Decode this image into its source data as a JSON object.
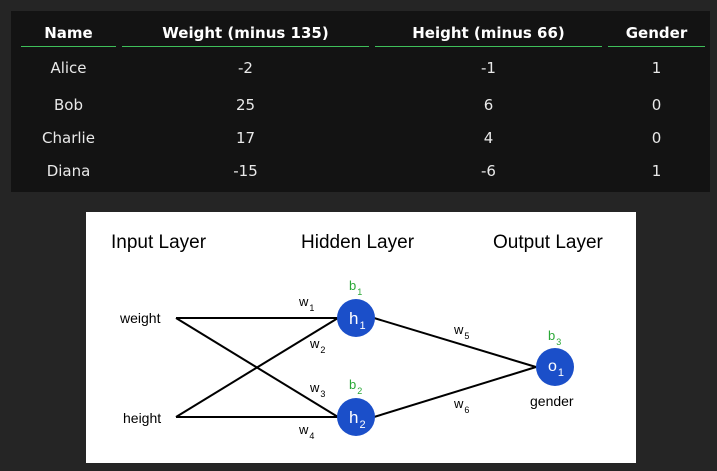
{
  "table": {
    "headers": [
      "Name",
      "Weight (minus 135)",
      "Height (minus 66)",
      "Gender"
    ],
    "rows": [
      [
        "Alice",
        "-2",
        "-1",
        "1"
      ],
      [
        "Bob",
        "25",
        "6",
        "0"
      ],
      [
        "Charlie",
        "17",
        "4",
        "0"
      ],
      [
        "Diana",
        "-15",
        "-6",
        "1"
      ]
    ],
    "header_rule_color": "#3fbf5a"
  },
  "diagram": {
    "layers": {
      "input": "Input Layer",
      "hidden": "Hidden Layer",
      "output": "Output Layer"
    },
    "inputs": {
      "weight": "weight",
      "height": "height"
    },
    "neurons": {
      "h1": {
        "base": "h",
        "sub": "1"
      },
      "h2": {
        "base": "h",
        "sub": "2"
      },
      "o1": {
        "base": "o",
        "sub": "1"
      }
    },
    "biases": {
      "b1": {
        "base": "b",
        "sub": "1"
      },
      "b2": {
        "base": "b",
        "sub": "2"
      },
      "b3": {
        "base": "b",
        "sub": "3"
      }
    },
    "weights": {
      "w1": {
        "base": "w",
        "sub": "1"
      },
      "w2": {
        "base": "w",
        "sub": "2"
      },
      "w3": {
        "base": "w",
        "sub": "3"
      },
      "w4": {
        "base": "w",
        "sub": "4"
      },
      "w5": {
        "base": "w",
        "sub": "5"
      },
      "w6": {
        "base": "w",
        "sub": "6"
      }
    },
    "output_label": "gender",
    "colors": {
      "neuron": "#1b4fc9",
      "bias": "#2aa836",
      "edge": "#000000"
    }
  }
}
